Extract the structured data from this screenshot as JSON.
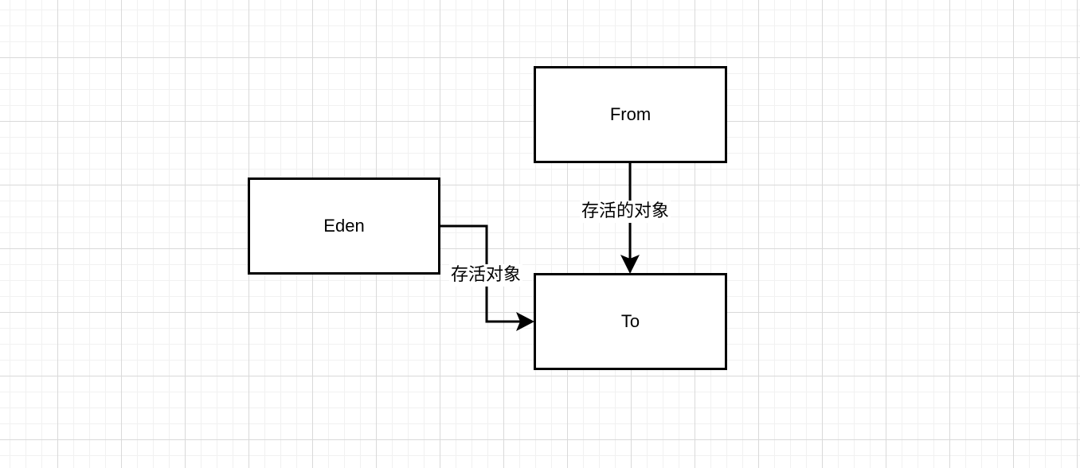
{
  "diagram": {
    "nodes": [
      {
        "id": "eden",
        "label": "Eden"
      },
      {
        "id": "from",
        "label": "From"
      },
      {
        "id": "to",
        "label": "To"
      }
    ],
    "edges": [
      {
        "from": "eden",
        "to": "to",
        "label": "存活对象"
      },
      {
        "from": "from",
        "to": "to",
        "label": "存活的对象"
      }
    ],
    "colors": {
      "stroke": "#000000",
      "background": "#ffffff",
      "grid_major": "#d9d9d9",
      "grid_minor": "#f1f1f1"
    }
  }
}
